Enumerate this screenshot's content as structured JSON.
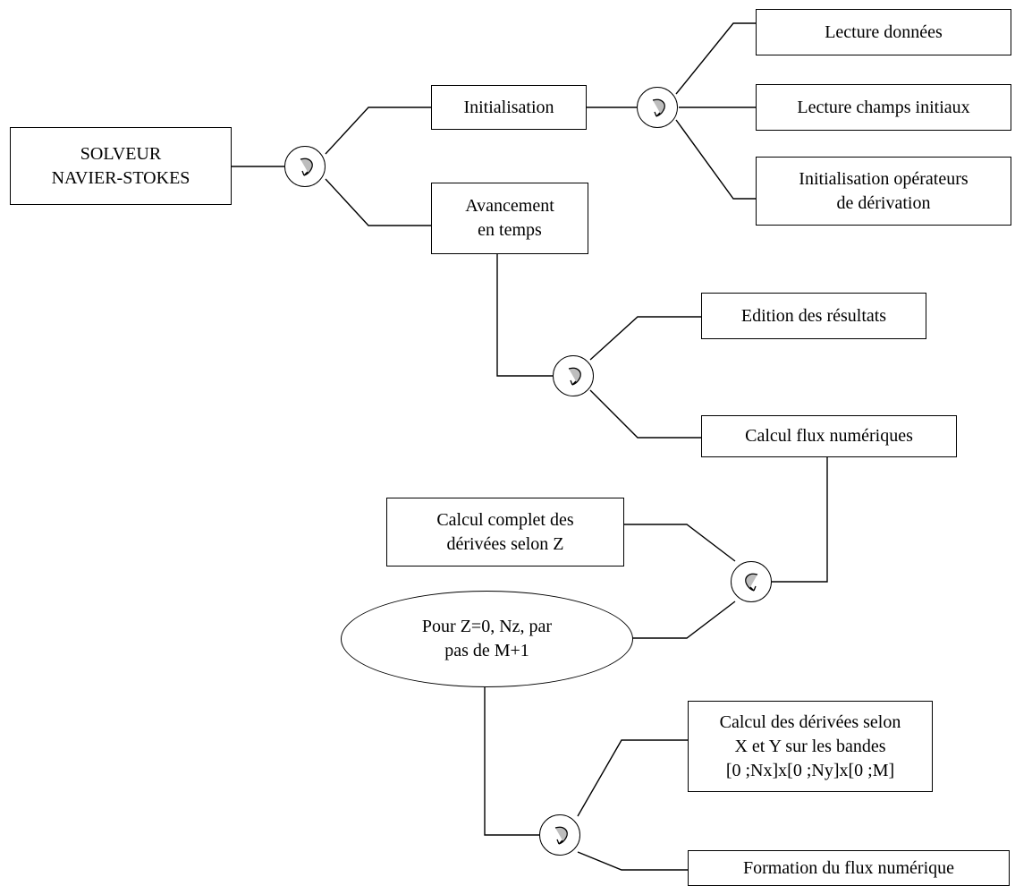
{
  "nodes": {
    "root": "SOLVEUR\nNAVIER-STOKES",
    "init": "Initialisation",
    "avancement": "Avancement\nen temps",
    "lecture_donnees": "Lecture données",
    "lecture_champs": "Lecture champs initiaux",
    "init_operateurs": "Initialisation opérateurs\nde dérivation",
    "edition": "Edition des résultats",
    "calcul_flux": "Calcul flux numériques",
    "calcul_complet": "Calcul complet des\ndérivées selon Z",
    "pour_z": "Pour Z=0, Nz, par\npas de M+1",
    "calcul_xy": "Calcul des dérivées selon\nX et Y sur les bandes\n[0 ;Nx]x[0 ;Ny]x[0 ;M]",
    "formation": "Formation du flux numérique"
  },
  "sequence_icon": "sequence-arrow-icon",
  "colors": {
    "line": "#000000",
    "icon_fill": "#bdbdbd"
  }
}
